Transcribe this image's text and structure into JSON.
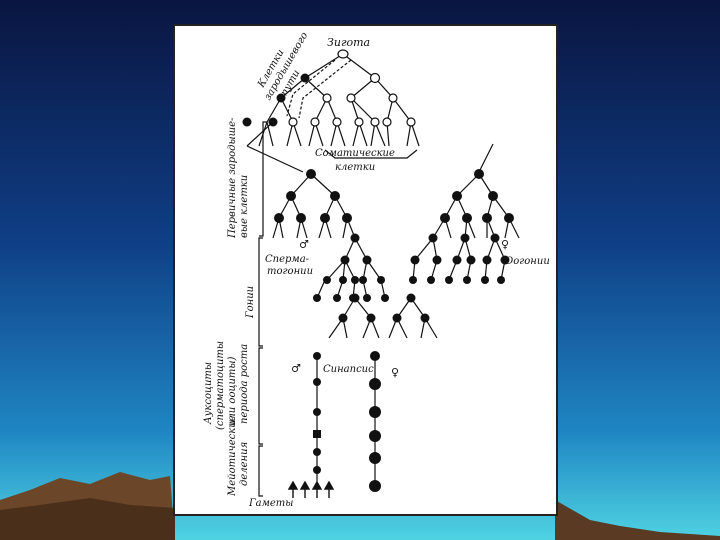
{
  "diagram": {
    "labels": {
      "zygote": "Зигота",
      "germ_line_cells": [
        "Клетки",
        "зародышевого",
        "пути"
      ],
      "primary_germ_cells": [
        "Первичные зародыше-",
        "вые клетки"
      ],
      "somatic_cells": [
        "Соматические",
        "клетки"
      ],
      "spermatogonia": [
        "Сперма-",
        "тогонии"
      ],
      "oogonia": "Оогонии",
      "gonia": "Гонии",
      "auxocytes": [
        "Ауксоциты",
        "(сперматоциты",
        "или ооциты)",
        "периода роста"
      ],
      "synapsis": "Синапсис",
      "meiotic_divisions": [
        "Мейотические",
        "деления"
      ],
      "gametes": "Гаметы",
      "male_symbol": "♂",
      "female_symbol": "♀"
    }
  },
  "colors": {
    "sky_top": "#0a1540",
    "sky_mid": "#0f3f86",
    "sky_bottom": "#39c5dc",
    "mountains": "#6b4628",
    "ink": "#111111"
  }
}
